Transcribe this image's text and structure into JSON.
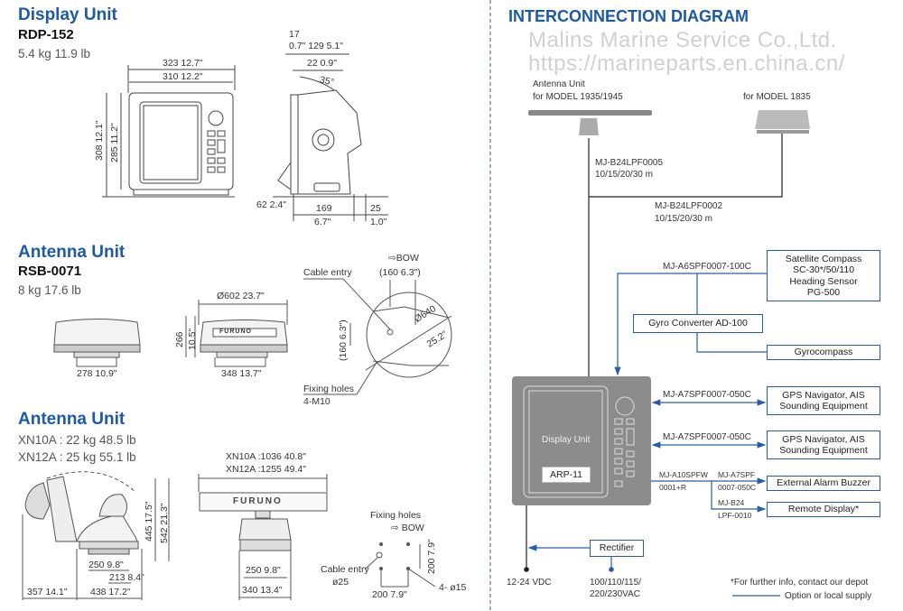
{
  "display_unit": {
    "heading": "Display Unit",
    "model": "RDP-152",
    "weight": "5.4 kg  11.9 lb",
    "dims": {
      "width_outer": "323  12.7\"",
      "width_inner": "310  12.2\"",
      "height_outer": "308  12.1\"",
      "height_inner": "285  11.2\"",
      "side_top_a": "17",
      "side_top_b": "0.7\"   129  5.1\"",
      "side_22": "22  0.9\"",
      "angle": "35°",
      "side_62": "62 2.4\"",
      "depth_mm": "169",
      "depth_in": "6.7\"",
      "rear_mm": "25",
      "rear_in": "1.0\""
    }
  },
  "antenna_rsb": {
    "heading": "Antenna Unit",
    "model": "RSB-0071",
    "weight": "8 kg  17.6 lb",
    "dims": {
      "base_left": "278  10.9\"",
      "diameter": "Ø602  23.7\"",
      "height_mm": "266",
      "height_in": "10.5\"",
      "base_mid": "348  13.7\"",
      "bow": "⇨BOW",
      "cable_entry": "Cable entry",
      "top_160": "(160  6.3\")",
      "side_160": "(160  6.3\")",
      "diam_640": "Ø640",
      "diam_640_in": "25.2\"",
      "fixing_holes": "Fixing holes",
      "fixing_spec": "4-M10"
    },
    "brand": "FURUNO"
  },
  "antenna_xn": {
    "heading": "Antenna Unit",
    "weight_xn10a": "XN10A : 22 kg  48.5 lb",
    "weight_xn12a": "XN12A : 25 kg  55.1 lb",
    "dims": {
      "h445": "445  17.5\"",
      "h542": "542  21.3\"",
      "b250": "250  9.8\"",
      "b213": "213  8.4\"",
      "l357": "357  14.1\"",
      "l438": "438  17.2\"",
      "len_xn10a": "XN10A :1036  40.8\"",
      "len_xn12a": "XN12A :1255  49.4\"",
      "f250": "250  9.8\"",
      "f340": "340  13.4\"",
      "fixing_holes": "Fixing holes",
      "bow": "⇨ BOW",
      "cable_entry": "Cable entry",
      "cable_diam": "ø25",
      "v200": "200  7.9\"",
      "h200": "200  7.9\"",
      "holes": "4- ø15"
    },
    "brand": "FURUNO"
  },
  "interconnection": {
    "title": "INTERCONNECTION DIAGRAM",
    "antenna_label_1": "Antenna Unit",
    "antenna_label_2": "for MODEL 1935/1945",
    "radome_label": "for MODEL 1835",
    "cable_1_name": "MJ-B24LPF0005",
    "cable_1_len": "10/15/20/30 m",
    "cable_2_name": "MJ-B24LPF0002",
    "cable_2_len": "10/15/20/30 m",
    "cable_sat": "MJ-A6SPF0007-100C",
    "sat_compass": [
      "Satellite Compass",
      "SC-30*/50/110",
      "Heading Sensor",
      "PG-500"
    ],
    "gyro_converter": "Gyro Converter AD-100",
    "gyrocompass": "Gyrocompass",
    "display_unit_label": "Display Unit",
    "display_unit_model": "ARP-11",
    "cable_gps1": "MJ-A7SPF0007-050C",
    "gps1": [
      "GPS Navigator, AIS",
      "Sounding Equipment"
    ],
    "cable_gps2": "MJ-A7SPF0007-050C",
    "gps2": [
      "GPS Navigator, AIS",
      "Sounding Equipment"
    ],
    "cable_a10_1": "MJ-A10SPFW",
    "cable_a10_2": "0001+R",
    "cable_a7_1": "MJ-A7SPF",
    "cable_a7_2": "0007-050C",
    "alarm": "External Alarm Buzzer",
    "cable_b24_1": "MJ-B24",
    "cable_b24_2": "LPF-0010",
    "remote_display": "Remote Display*",
    "rectifier": "Rectifier",
    "dc": "12-24 VDC",
    "ac_1": "100/110/115/",
    "ac_2": "220/230VAC",
    "footnote": "*For further info, contact our depot",
    "legend": "Option or local supply"
  },
  "watermark": {
    "line1": "Malins Marine Service Co.,Ltd.",
    "line2": "https://marineparts.en.china.cn/"
  },
  "colors": {
    "heading": "#1d5aa6",
    "option_line": "#2a5caa",
    "unit_gray": "#8c8c8c"
  }
}
